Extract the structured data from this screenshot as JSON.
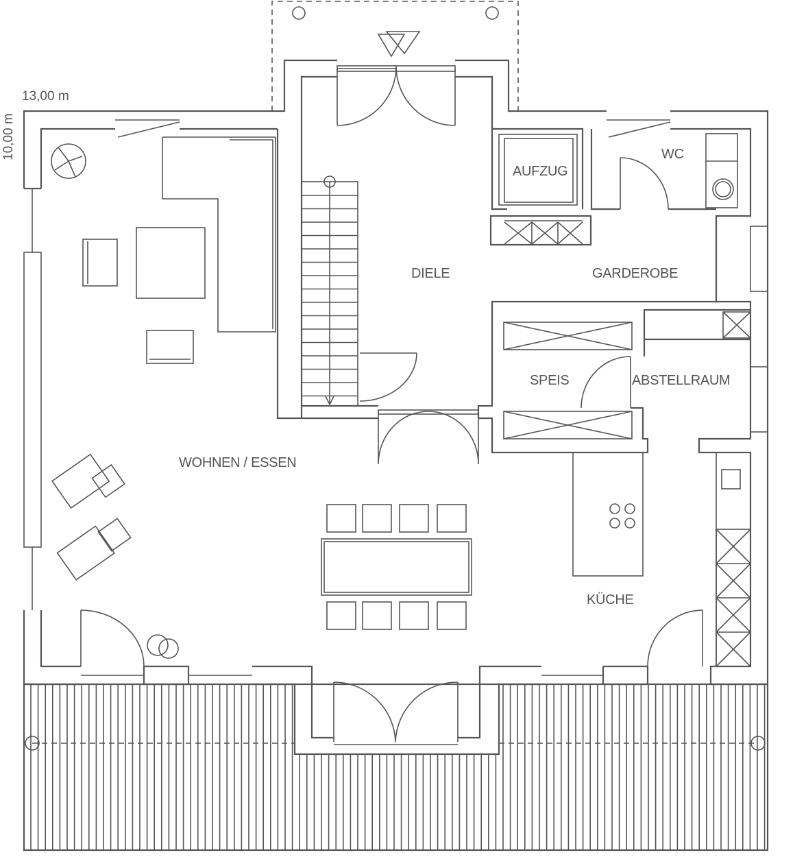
{
  "dimensions": {
    "width": "13,00 m",
    "depth": "10,00 m"
  },
  "rooms": {
    "aufzug": "AUFZUG",
    "wc": "WC",
    "diele": "DIELE",
    "garderobe": "GARDEROBE",
    "speis": "SPEIS",
    "abstellraum": "ABSTELLRAUM",
    "wohnen_essen": "WOHNEN / ESSEN",
    "kueche": "KÜCHE"
  },
  "colors": {
    "line": "#555555",
    "background": "#ffffff"
  }
}
